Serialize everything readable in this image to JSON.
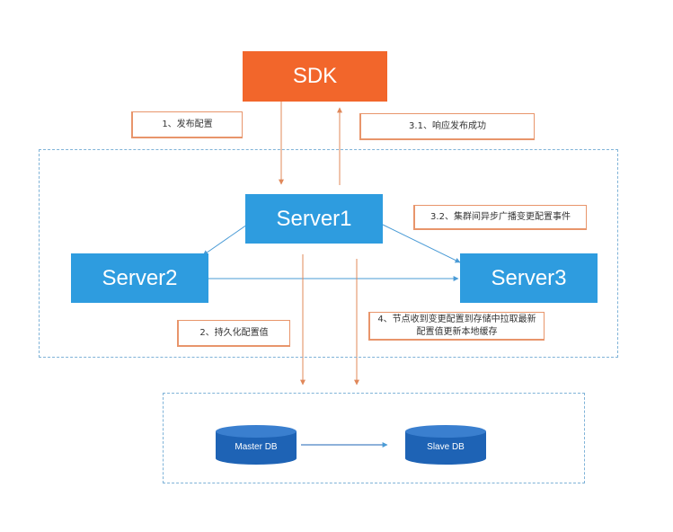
{
  "sdk": {
    "label": "SDK"
  },
  "servers": {
    "s1": "Server1",
    "s2": "Server2",
    "s3": "Server3"
  },
  "notes": {
    "publish": "1、发布配置",
    "respond": "3.1、响应发布成功",
    "broadcast": "3.2、集群间异步广播变更配置事件",
    "persist": "2、持久化配置值",
    "sync": "4、节点收到变更配置到存储中拉取最新配置值更新本地缓存"
  },
  "db": {
    "master": "Master DB",
    "slave": "Slave DB"
  },
  "colors": {
    "sdk": "#f2662b",
    "server": "#2e9cdf",
    "arrow_orange": "#e0885a",
    "arrow_blue": "#4a9bd6",
    "db": "#1e63b5"
  }
}
